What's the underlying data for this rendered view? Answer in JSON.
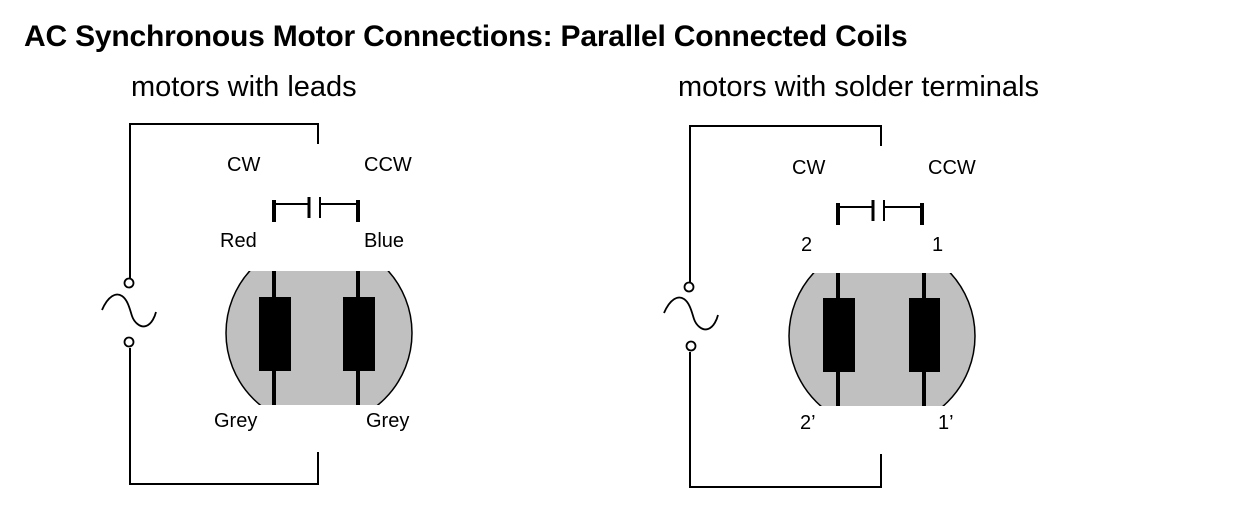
{
  "title": "AC Synchronous Motor Connections: Parallel Connected Coils",
  "colors": {
    "motor_body": "#c0c0c0",
    "coil": "#000000",
    "wire": "#000000",
    "background": "#ffffff"
  },
  "icons": {
    "ac_source": "sine-wave-icon"
  },
  "diagrams": [
    {
      "subtitle": "motors with leads",
      "switch_labels": {
        "left": "CW",
        "right": "CCW"
      },
      "top_terminals": {
        "left": "Red",
        "right": "Blue"
      },
      "bottom_terminals": {
        "left": "Grey",
        "right": "Grey"
      }
    },
    {
      "subtitle": "motors with solder terminals",
      "switch_labels": {
        "left": "CW",
        "right": "CCW"
      },
      "top_terminals": {
        "left": "2",
        "right": "1"
      },
      "bottom_terminals": {
        "left": "2’",
        "right": "1’"
      }
    }
  ]
}
